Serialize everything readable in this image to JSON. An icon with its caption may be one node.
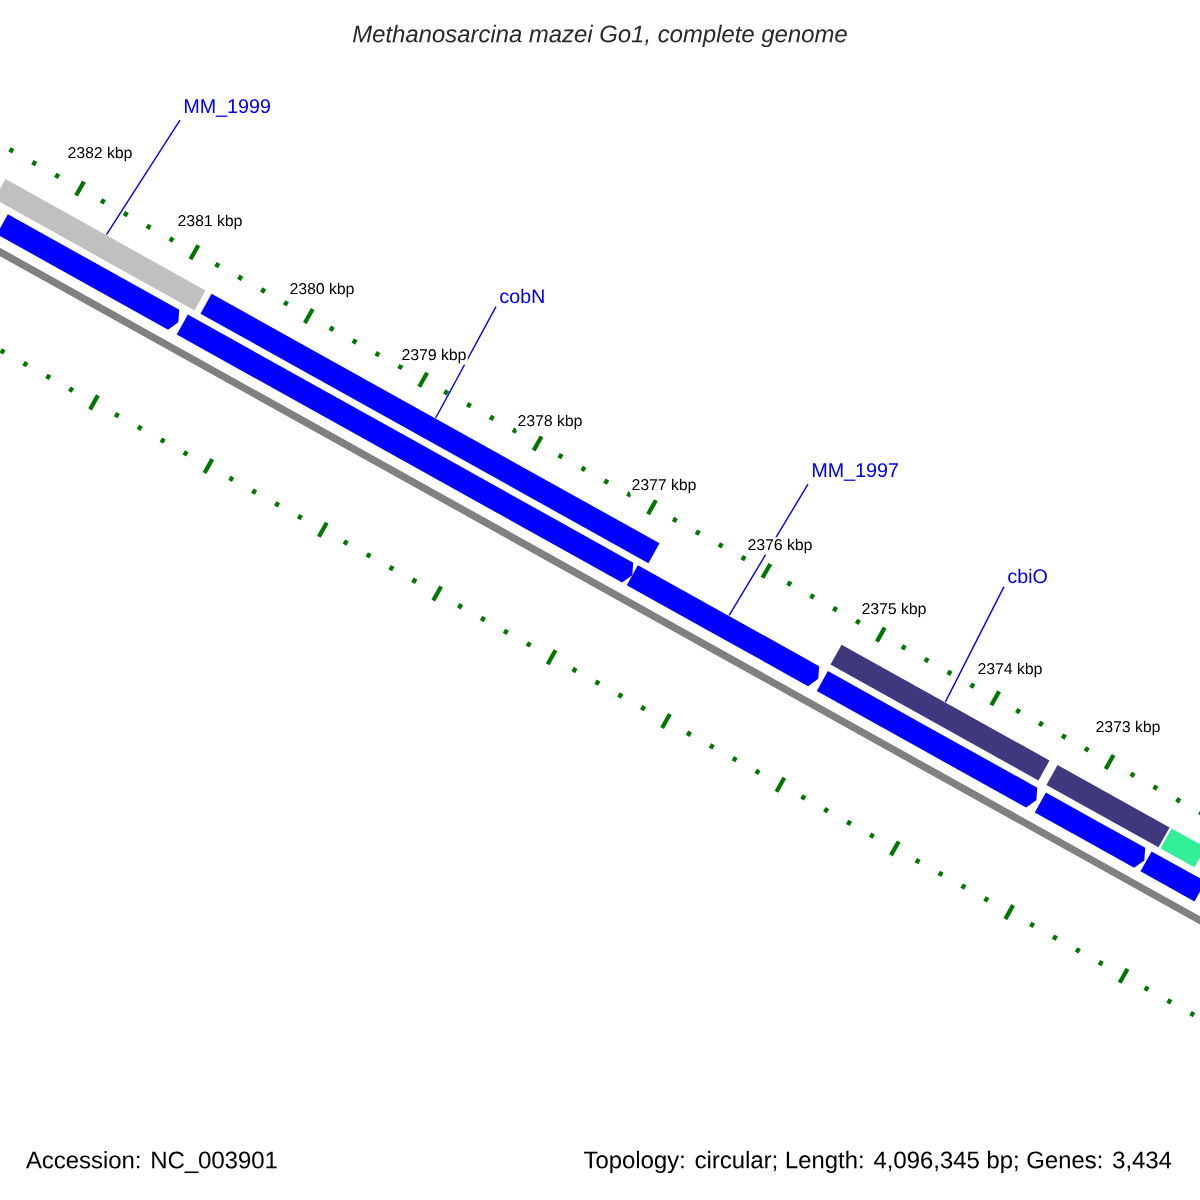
{
  "diagram": {
    "title": "Methanosarcina mazei Go1, complete genome",
    "nodes": [
      {
        "text": [
          "MM_1999"
        ]
      },
      {
        "text": [
          "cobN"
        ]
      },
      {
        "text": [
          "MM_1997"
        ]
      },
      {
        "text": [
          "cbiO"
        ]
      },
      {
        "text": [],
        "shape": "bar"
      },
      {
        "text": [],
        "shape": "bar"
      },
      {
        "text": [],
        "shape": "bar"
      },
      {
        "text": [],
        "shape": "bar"
      },
      {
        "text": [],
        "shape": "bar"
      },
      {
        "text": [],
        "shape": "bar"
      },
      {
        "text": [],
        "shape": "bar"
      },
      {
        "text": [],
        "shape": "bar"
      },
      {
        "text": [],
        "shape": "bar"
      },
      {
        "text": [],
        "shape": "bar"
      },
      {
        "text": [],
        "shape": "bar"
      }
    ],
    "edges": [
      {
        "from": 0,
        "to": 4,
        "arrow": "none"
      },
      {
        "from": 1,
        "to": 5,
        "arrow": "none"
      },
      {
        "from": 2,
        "to": 11,
        "arrow": "none"
      },
      {
        "from": 3,
        "to": 6,
        "arrow": "none"
      }
    ],
    "labels": [
      "2382 kbp",
      "2381 kbp",
      "2380 kbp",
      "2379 kbp",
      "2378 kbp",
      "2377 kbp",
      "2376 kbp",
      "2375 kbp",
      "2374 kbp",
      "2373 kbp",
      "Accession: NC_003901",
      "Topology: circular; Length: 4,096,345 bp; Genes: 3,434"
    ]
  }
}
